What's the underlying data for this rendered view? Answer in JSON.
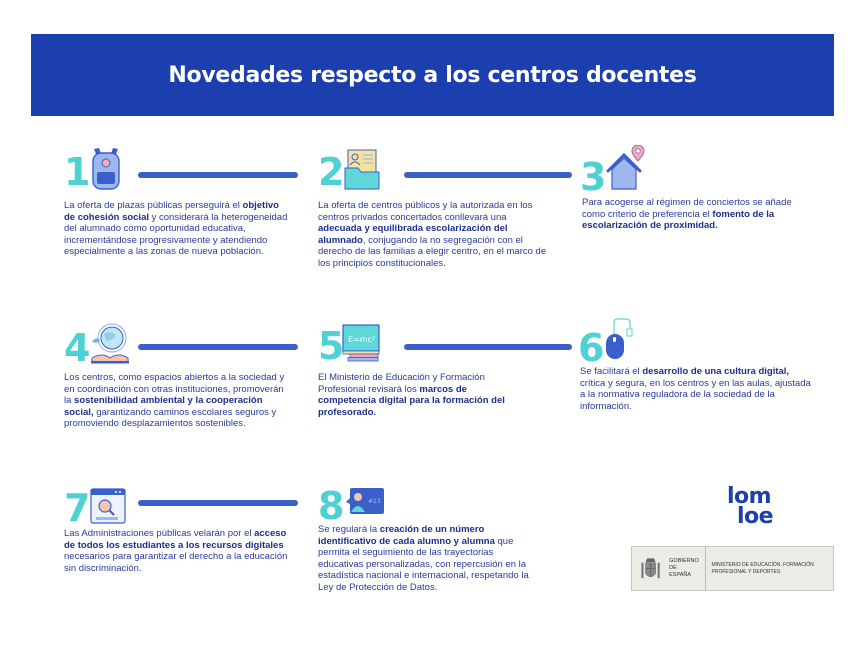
{
  "header": {
    "title": "Novedades respecto a los centros docentes"
  },
  "colors": {
    "banner": "#1b3faf",
    "number": "#4fd1d4",
    "line": "#3b5fc9",
    "text": "#2a3a9c"
  },
  "items": [
    {
      "number": "1",
      "icon": "backpack-icon",
      "segments": [
        {
          "t": "La oferta de plazas públicas perseguirá el "
        },
        {
          "t": "objetivo de cohesión social",
          "bold": true
        },
        {
          "t": " y considerará la heterogeneidad del alumnado como oportunidad educativa, incrementándose progresivamente y atendiendo especialmente a las zonas de nueva población."
        }
      ]
    },
    {
      "number": "2",
      "icon": "student-folder-icon",
      "segments": [
        {
          "t": "La oferta de centros públicos y la autorizada en los centros privados concertados conllevará una "
        },
        {
          "t": "adecuada y equilibrada escolarización del alumnado",
          "bold": true
        },
        {
          "t": ", conjugando la no segregación con el derecho de las familias a elegir centro, en el marco de los principios constitucionales."
        }
      ]
    },
    {
      "number": "3",
      "icon": "house-location-icon",
      "segments": [
        {
          "t": "Para acogerse al régimen de conciertos se añade como criterio de preferencia el "
        },
        {
          "t": "fomento de la escolarización de proximidad.",
          "bold": true
        }
      ]
    },
    {
      "number": "4",
      "icon": "globe-book-icon",
      "segments": [
        {
          "t": "Los centros, como espacios abiertos a la sociedad y en coordinación con otras instituciones, promoverán la "
        },
        {
          "t": "sostenibilidad ambiental y la cooperación social,",
          "bold": true
        },
        {
          "t": " garantizando caminos escolares seguros y promoviendo desplazamientos sostenibles."
        }
      ]
    },
    {
      "number": "5",
      "icon": "computer-books-icon",
      "icon_text": "E=mc²",
      "segments": [
        {
          "t": "El Ministerio de Educación y Formación Profesional revisará los "
        },
        {
          "t": "marcos de competencia digital para la formación del profesorado.",
          "bold": true
        }
      ]
    },
    {
      "number": "6",
      "icon": "mouse-icon",
      "segments": [
        {
          "t": "Se facilitará el "
        },
        {
          "t": "desarrollo de una cultura digital,",
          "bold": true
        },
        {
          "t": " crítica y segura, en los centros y en las aulas, ajustada a la normativa reguladora de la sociedad de la información."
        }
      ]
    },
    {
      "number": "7",
      "icon": "browser-search-icon",
      "segments": [
        {
          "t": "Las Administraciones públicas velarán por el "
        },
        {
          "t": "acceso de todos los estudiantes a los recursos digitales",
          "bold": true
        },
        {
          "t": " necesarios para garantizar el derecho a la educación sin discriminación."
        }
      ]
    },
    {
      "number": "8",
      "icon": "user-id-icon",
      "icon_text": "#23",
      "segments": [
        {
          "t": "Se regulará la "
        },
        {
          "t": "creación de un número identificativo de cada alumno y alumna",
          "bold": true
        },
        {
          "t": " que permita el seguimiento de las trayectorias educativas personalizadas, con repercusión en la estadística nacional e internacional, respetando la Ley de Protección de Datos."
        }
      ]
    }
  ],
  "logo": {
    "line1": "lom",
    "line2": "loe"
  },
  "government": {
    "gobierno": "Gobierno de España",
    "ministerio": "Ministerio de Educación, Formación Profesional y Deportes"
  }
}
